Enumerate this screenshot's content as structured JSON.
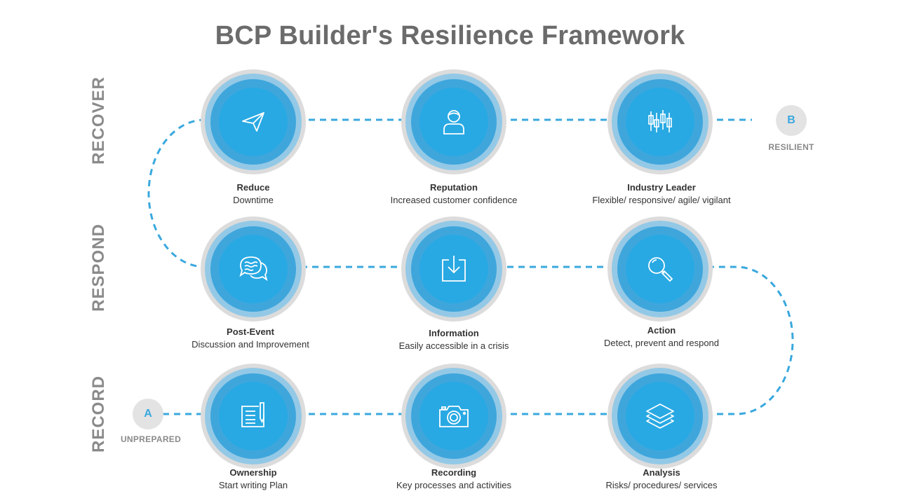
{
  "title": "BCP Builder's Resilience Framework",
  "rows": [
    "RECOVER",
    "RESPOND",
    "RECORD"
  ],
  "start": {
    "letter": "A",
    "label": "UNPREPARED"
  },
  "end": {
    "letter": "B",
    "label": "RESILIENT"
  },
  "nodes": [
    {
      "name": "Reduce",
      "desc": "Downtime",
      "icon": "paper-plane-icon"
    },
    {
      "name": "Reputation",
      "desc": "Increased customer confidence",
      "icon": "user-icon"
    },
    {
      "name": "Industry Leader",
      "desc": "Flexible/ responsive/ agile/ vigilant",
      "icon": "candlestick-icon"
    },
    {
      "name": "Post-Event",
      "desc": "Discussion and Improvement",
      "icon": "chat-bubbles-icon"
    },
    {
      "name": "Information",
      "desc": "Easily accessible in a crisis",
      "icon": "download-box-icon"
    },
    {
      "name": "Action",
      "desc": "Detect, prevent and respond",
      "icon": "magnifier-icon"
    },
    {
      "name": "Ownership",
      "desc": "Start writing Plan",
      "icon": "document-pen-icon"
    },
    {
      "name": "Recording",
      "desc": "Key processes and activities",
      "icon": "camera-icon"
    },
    {
      "name": "Analysis",
      "desc": "Risks/ procedures/ services",
      "icon": "layers-icon"
    }
  ],
  "colors": {
    "accent": "#28a9e3",
    "path": "#3aa8de",
    "title": "#6b6b6b",
    "row_label": "#8a8a8a"
  }
}
